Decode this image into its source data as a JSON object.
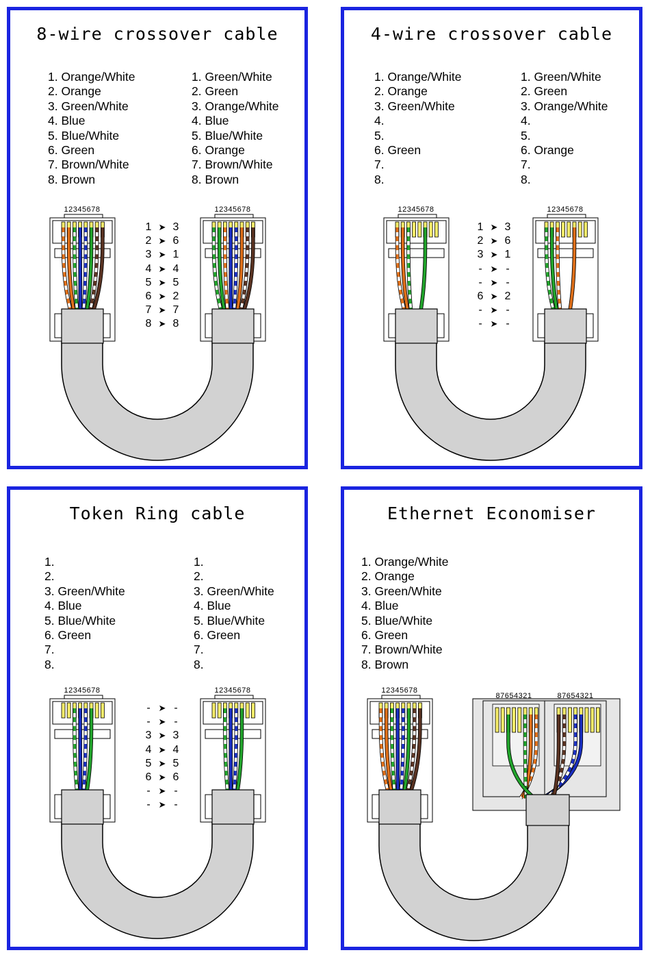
{
  "panels": [
    {
      "title": "8-wire crossover cable",
      "left_list": [
        "1. Orange/White",
        "2. Orange",
        "3. Green/White",
        "4. Blue",
        "5. Blue/White",
        "6. Green",
        "7. Brown/White",
        "8. Brown"
      ],
      "right_list": [
        "1. Green/White",
        "2. Green",
        "3. Orange/White",
        "4. Blue",
        "5. Blue/White",
        "6. Orange",
        "7. Brown/White",
        "8. Brown"
      ],
      "mapping": [
        [
          "1",
          "3"
        ],
        [
          "2",
          "6"
        ],
        [
          "3",
          "1"
        ],
        [
          "4",
          "4"
        ],
        [
          "5",
          "5"
        ],
        [
          "6",
          "2"
        ],
        [
          "7",
          "7"
        ],
        [
          "8",
          "8"
        ]
      ]
    },
    {
      "title": "4-wire crossover cable",
      "left_list": [
        "1. Orange/White",
        "2. Orange",
        "3. Green/White",
        "4.",
        "5.",
        "6. Green",
        "7.",
        "8."
      ],
      "right_list": [
        "1. Green/White",
        "2. Green",
        "3. Orange/White",
        "4.",
        "5.",
        "6. Orange",
        "7.",
        "8."
      ],
      "mapping": [
        [
          "1",
          "3"
        ],
        [
          "2",
          "6"
        ],
        [
          "3",
          "1"
        ],
        [
          "-",
          "-"
        ],
        [
          "-",
          "-"
        ],
        [
          "6",
          "2"
        ],
        [
          "-",
          "-"
        ],
        [
          "-",
          "-"
        ]
      ]
    },
    {
      "title": "Token Ring cable",
      "left_list": [
        "1.",
        "2.",
        "3. Green/White",
        "4. Blue",
        "5. Blue/White",
        "6. Green",
        "7.",
        "8."
      ],
      "right_list": [
        "1.",
        "2.",
        "3. Green/White",
        "4. Blue",
        "5. Blue/White",
        "6. Green",
        "7.",
        "8."
      ],
      "mapping": [
        [
          "-",
          "-"
        ],
        [
          "-",
          "-"
        ],
        [
          "3",
          "3"
        ],
        [
          "4",
          "4"
        ],
        [
          "5",
          "5"
        ],
        [
          "6",
          "6"
        ],
        [
          "-",
          "-"
        ],
        [
          "-",
          "-"
        ]
      ]
    },
    {
      "title": "Ethernet Economiser",
      "left_list": [
        "1. Orange/White",
        "2. Orange",
        "3. Green/White",
        "4. Blue",
        "5. Blue/White",
        "6. Green",
        "7. Brown/White",
        "8. Brown"
      ],
      "right_list": [],
      "mapping": []
    }
  ],
  "pin_numbers": "12345678",
  "pin_numbers_reversed": "87654321",
  "mapping_arrow": "➤",
  "colors": {
    "border": "#1a24e0",
    "cable": "#d2d2d2",
    "socket": "#e6e6e6",
    "pin": "#f5ec6a",
    "orange": "#e0701a",
    "green": "#22a52c",
    "blue": "#1a2fc0",
    "brown": "#5a3322",
    "white": "#ffffff"
  }
}
